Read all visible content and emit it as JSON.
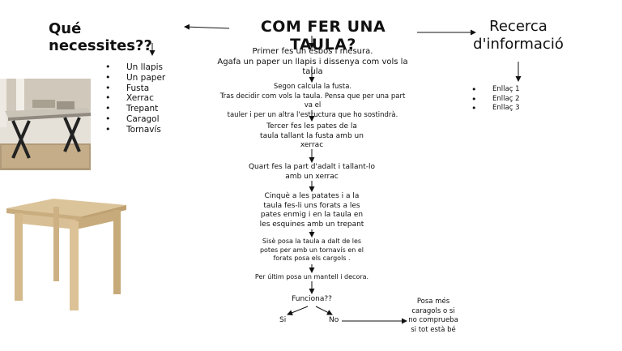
{
  "title": "COM FER UNA TAULA?",
  "left": {
    "heading": "Qué necessites??",
    "items": [
      "Un llapis",
      "Un paper",
      "Fusta",
      "Xerrac",
      "Trepant",
      "Caragol",
      "Tornavís"
    ]
  },
  "right": {
    "heading_line1": "Recerca",
    "heading_line2": "d'informació",
    "items": [
      "Enllaç 1",
      "Enllaç 2",
      "Enllaç 3"
    ]
  },
  "steps": {
    "s1_line1": "Primer fes un esbós i mesura.",
    "s1_line2": "Agafa un paper un llapis i dissenya com vols la taula",
    "s2_line1": "Segon calcula la fusta.",
    "s2_line2": "Tras decidir com vols la taula. Pensa que per una part va el",
    "s2_line3": "tauler i per un altra l'estructura que ho sostindrà.",
    "s3_line1": "Tercer fes les pates de la",
    "s3_line2": "taula tallant la fusta amb un",
    "s3_line3": "xerrac",
    "s4_line1": "Quart fes la part d'adalt i tallant-lo",
    "s4_line2": "amb un xerrac",
    "s5_line1": "Cinquè a les patates i a la",
    "s5_line2": "taula fes-li uns forats a les",
    "s5_line3": "pates enmig i en la taula en",
    "s5_line4": "les esquines amb un trepant",
    "s6_line1": "Sisè posa la taula a dalt de les",
    "s6_line2": "potes per amb un tornavís en el",
    "s6_line3": "forats posa els cargols .",
    "s7": "Per últim posa un mantell i decora."
  },
  "decision": {
    "question": "Funciona??",
    "yes": "Si",
    "no": "No",
    "no_result_line1": "Posa més",
    "no_result_line2": "caragols o si",
    "no_result_line3": "no comprueba",
    "no_result_line4": "si tot està bé"
  },
  "colors": {
    "text": "#111111",
    "wood": "#d9bf93",
    "wood_dark": "#b89a6a",
    "metal_black": "#222222",
    "room_bg": "#d9d2c7"
  },
  "icons": [
    "table-photo-industrial",
    "table-photo-wood"
  ]
}
